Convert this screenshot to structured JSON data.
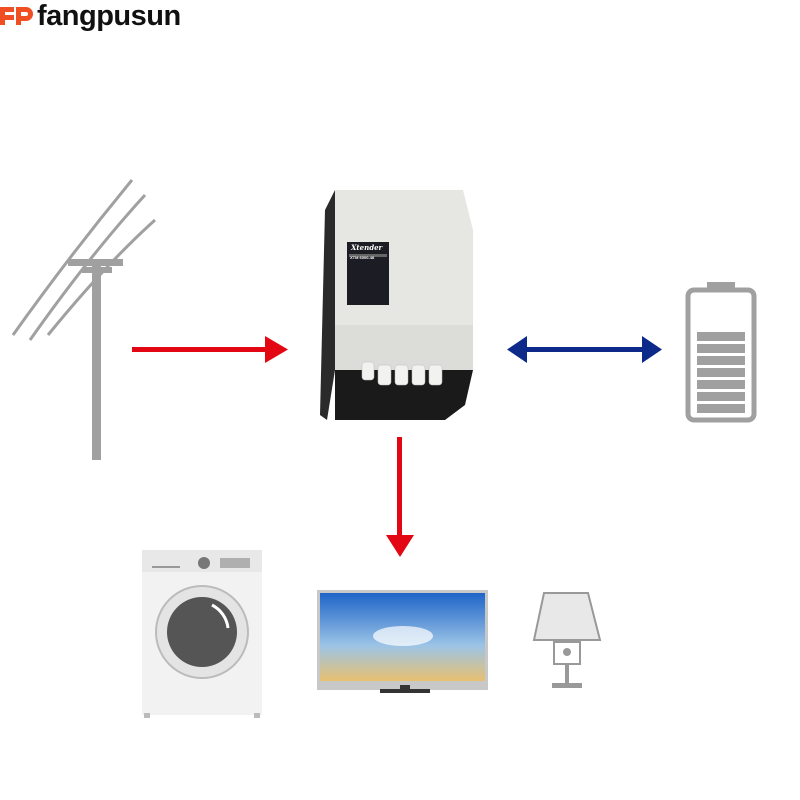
{
  "brand": {
    "name": "fangpusun",
    "color": "#f04e23"
  },
  "inverter": {
    "brand": "Xtender",
    "model": "XTM 6000-48"
  },
  "colors": {
    "ac_flow": "#e30613",
    "dc_flow": "#0d2a8a",
    "icon_gray": "#a0a0a0"
  },
  "components": [
    "utility-grid",
    "inverter",
    "battery",
    "washing-machine",
    "television",
    "lamp"
  ]
}
